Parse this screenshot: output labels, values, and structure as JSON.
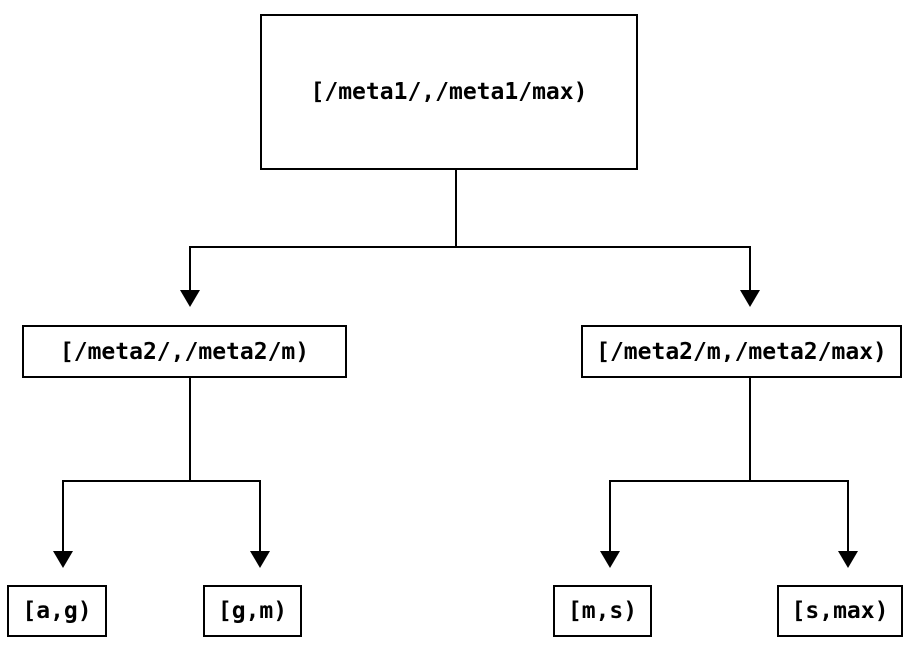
{
  "diagram": {
    "type": "interval-partition-tree",
    "colors": {
      "background": "#ffffff",
      "line": "#000000",
      "text": "#000000",
      "node_border": "#000000",
      "node_fill": "#ffffff"
    },
    "nodes": {
      "root": {
        "label": "[/meta1/,/meta1/max)"
      },
      "branch_left": {
        "label": "[/meta2/,/meta2/m)"
      },
      "branch_right": {
        "label": "[/meta2/m,/meta2/max)"
      },
      "leaf_a_g": {
        "label": "[a,g)"
      },
      "leaf_g_m": {
        "label": "[g,m)"
      },
      "leaf_m_s": {
        "label": "[m,s)"
      },
      "leaf_s_max": {
        "label": "[s,max)"
      }
    },
    "edges": [
      {
        "from": "root",
        "to": "branch_left"
      },
      {
        "from": "root",
        "to": "branch_right"
      },
      {
        "from": "branch_left",
        "to": "leaf_a_g"
      },
      {
        "from": "branch_left",
        "to": "leaf_g_m"
      },
      {
        "from": "branch_right",
        "to": "leaf_m_s"
      },
      {
        "from": "branch_right",
        "to": "leaf_s_max"
      }
    ]
  }
}
